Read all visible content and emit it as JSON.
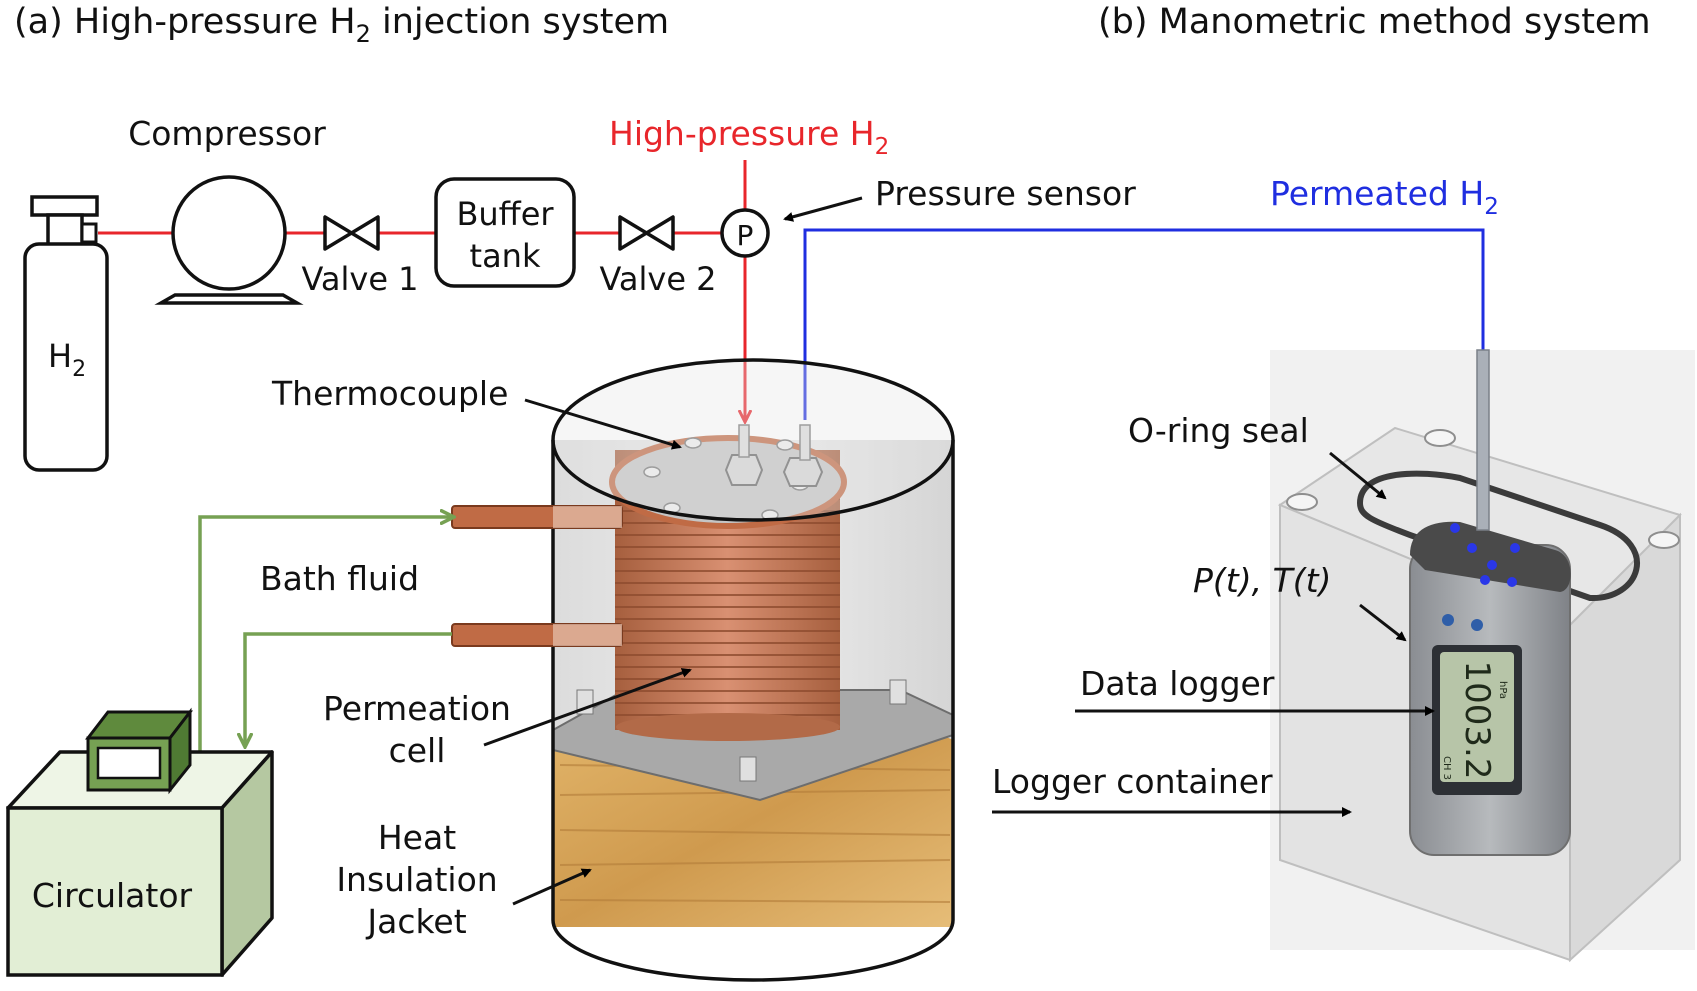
{
  "panels": {
    "a_title_prefix": "(a) High-pressure H",
    "a_title_sub": "2",
    "a_title_suffix": " injection system",
    "b_title": "(b) Manometric method system"
  },
  "labels": {
    "compressor": "Compressor",
    "high_pressure_h2": "High-pressure H",
    "high_pressure_h2_sub": "2",
    "pressure_sensor": "Pressure sensor",
    "pressure_symbol": "P",
    "permeated_h2": "Permeated H",
    "permeated_h2_sub": "2",
    "h2_cylinder": "H",
    "h2_cylinder_sub": "2",
    "valve1": "Valve 1",
    "valve2": "Valve 2",
    "buffer_tank_line1": "Buffer",
    "buffer_tank_line2": "tank",
    "thermocouple": "Thermocouple",
    "bath_fluid": "Bath fluid",
    "permeation_cell_line1": "Permeation",
    "permeation_cell_line2": "cell",
    "heat_line1": "Heat",
    "heat_line2": "Insulation",
    "heat_line3": "Jacket",
    "circulator": "Circulator",
    "o_ring_seal": "O-ring seal",
    "p_of_t": "P(t)",
    "t_of_t": "T(t)",
    "data_logger": "Data logger",
    "logger_container": "Logger container",
    "logger_reading": "1003.2",
    "logger_unit": "hPa",
    "logger_channel": "CH 3"
  },
  "colors": {
    "high_pressure_line": "#e8262b",
    "permeated_line": "#1f2ee0",
    "bath_fluid_line": "#76a153",
    "copper_coil": "#c9805c",
    "wood_jacket": "#d9a95f",
    "circulator_fill": "#e2eed5"
  }
}
